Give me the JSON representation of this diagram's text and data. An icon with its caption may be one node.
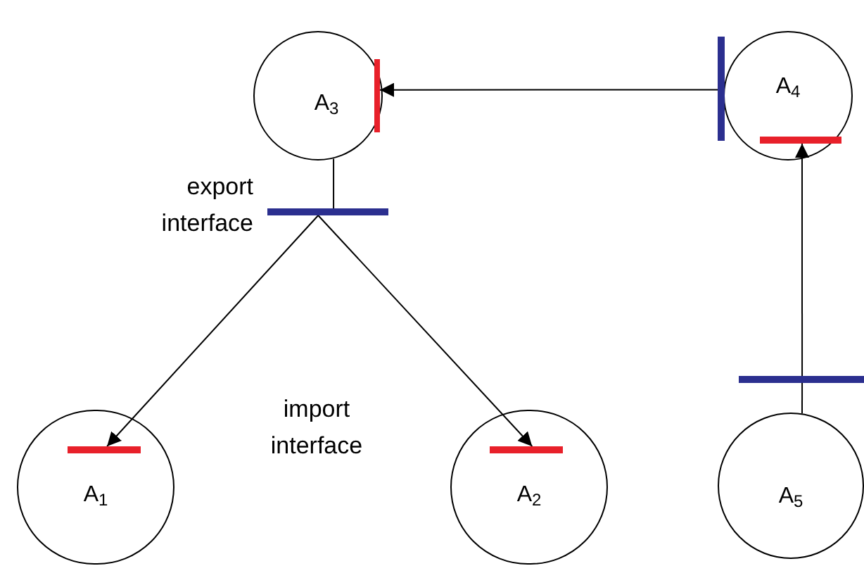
{
  "diagram": {
    "nodes": [
      {
        "text": [
          "A$_{3}$"
        ]
      },
      {
        "text": [
          "A$_{4}$"
        ]
      },
      {
        "text": [
          "A$_{1}$"
        ]
      },
      {
        "text": [
          "A$_{2}$"
        ]
      },
      {
        "text": [
          "A$_{5}$"
        ]
      },
      {
        "text": [],
        "shape": "bar",
        "in": 0
      },
      {
        "text": [],
        "shape": "bar"
      },
      {
        "text": [],
        "shape": "bar",
        "in": 1
      },
      {
        "text": [],
        "shape": "bar"
      },
      {
        "text": [],
        "shape": "bar",
        "in": 2
      },
      {
        "text": [],
        "shape": "bar",
        "in": 3
      },
      {
        "text": [],
        "shape": "bar"
      }
    ],
    "edges": [
      {
        "from": 0,
        "to": 6,
        "arrow": "none"
      },
      {
        "from": 6,
        "to": 9,
        "arrow": "to"
      },
      {
        "from": 6,
        "to": 10,
        "arrow": "to"
      },
      {
        "from": 8,
        "to": 5,
        "arrow": "to"
      },
      {
        "from": 4,
        "to": 11,
        "arrow": "none"
      },
      {
        "from": 11,
        "to": 7,
        "arrow": "to"
      }
    ],
    "labels": [
      "export interface",
      "import interface"
    ]
  }
}
